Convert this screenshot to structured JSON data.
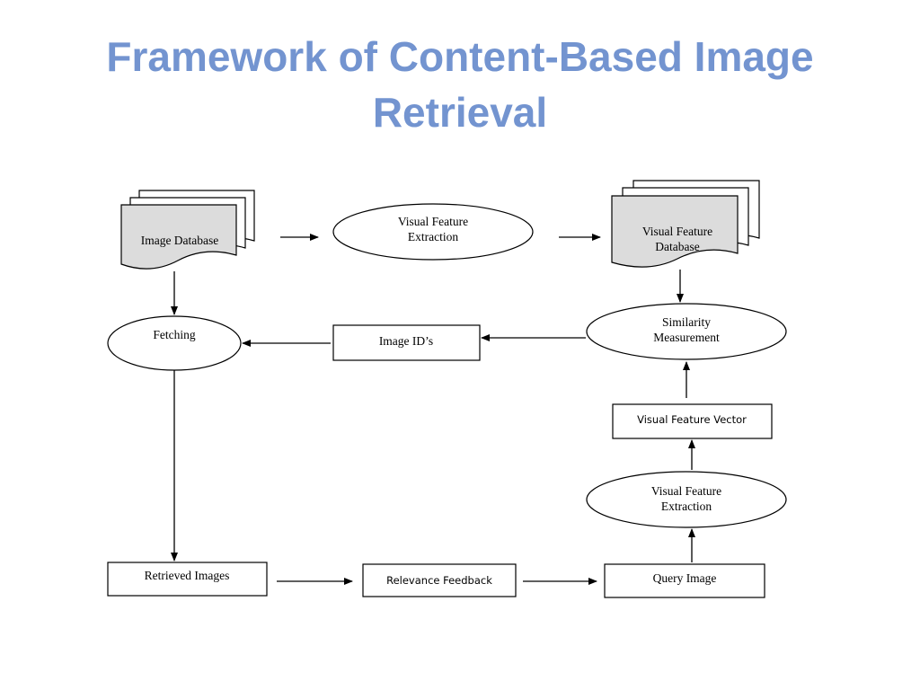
{
  "title": {
    "line1": "Framework of Content-Based Image",
    "line2": "Retrieval"
  },
  "nodes": {
    "image_database": "Image Database",
    "visual_feature_extraction_top": [
      "Visual Feature",
      "Extraction"
    ],
    "visual_feature_database": [
      "Visual Feature",
      "Database"
    ],
    "fetching": "Fetching",
    "image_ids": "Image ID’s",
    "similarity_measurement": [
      "Similarity",
      "Measurement"
    ],
    "visual_feature_vector": "Visual Feature Vector",
    "visual_feature_extraction_bottom": [
      "Visual Feature",
      "Extraction"
    ],
    "retrieved_images": "Retrieved Images",
    "relevance_feedback": "Relevance Feedback",
    "query_image": "Query Image"
  }
}
